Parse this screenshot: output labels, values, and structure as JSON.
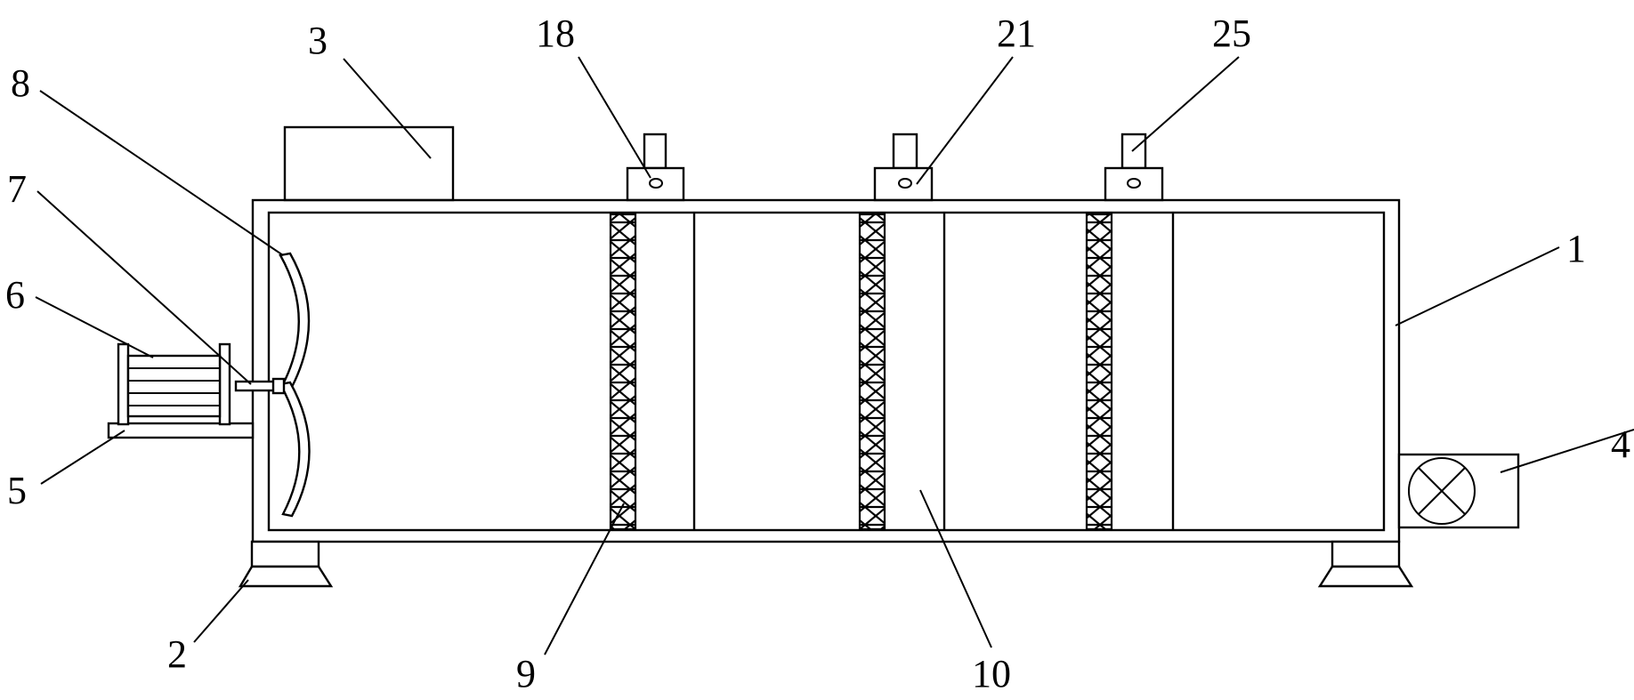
{
  "diagram": {
    "labels": {
      "l1": "1",
      "l2": "2",
      "l3": "3",
      "l4": "4",
      "l5": "5",
      "l6": "6",
      "l7": "7",
      "l8": "8",
      "l9": "9",
      "l10": "10",
      "l18": "18",
      "l21": "21",
      "l25": "25"
    }
  }
}
